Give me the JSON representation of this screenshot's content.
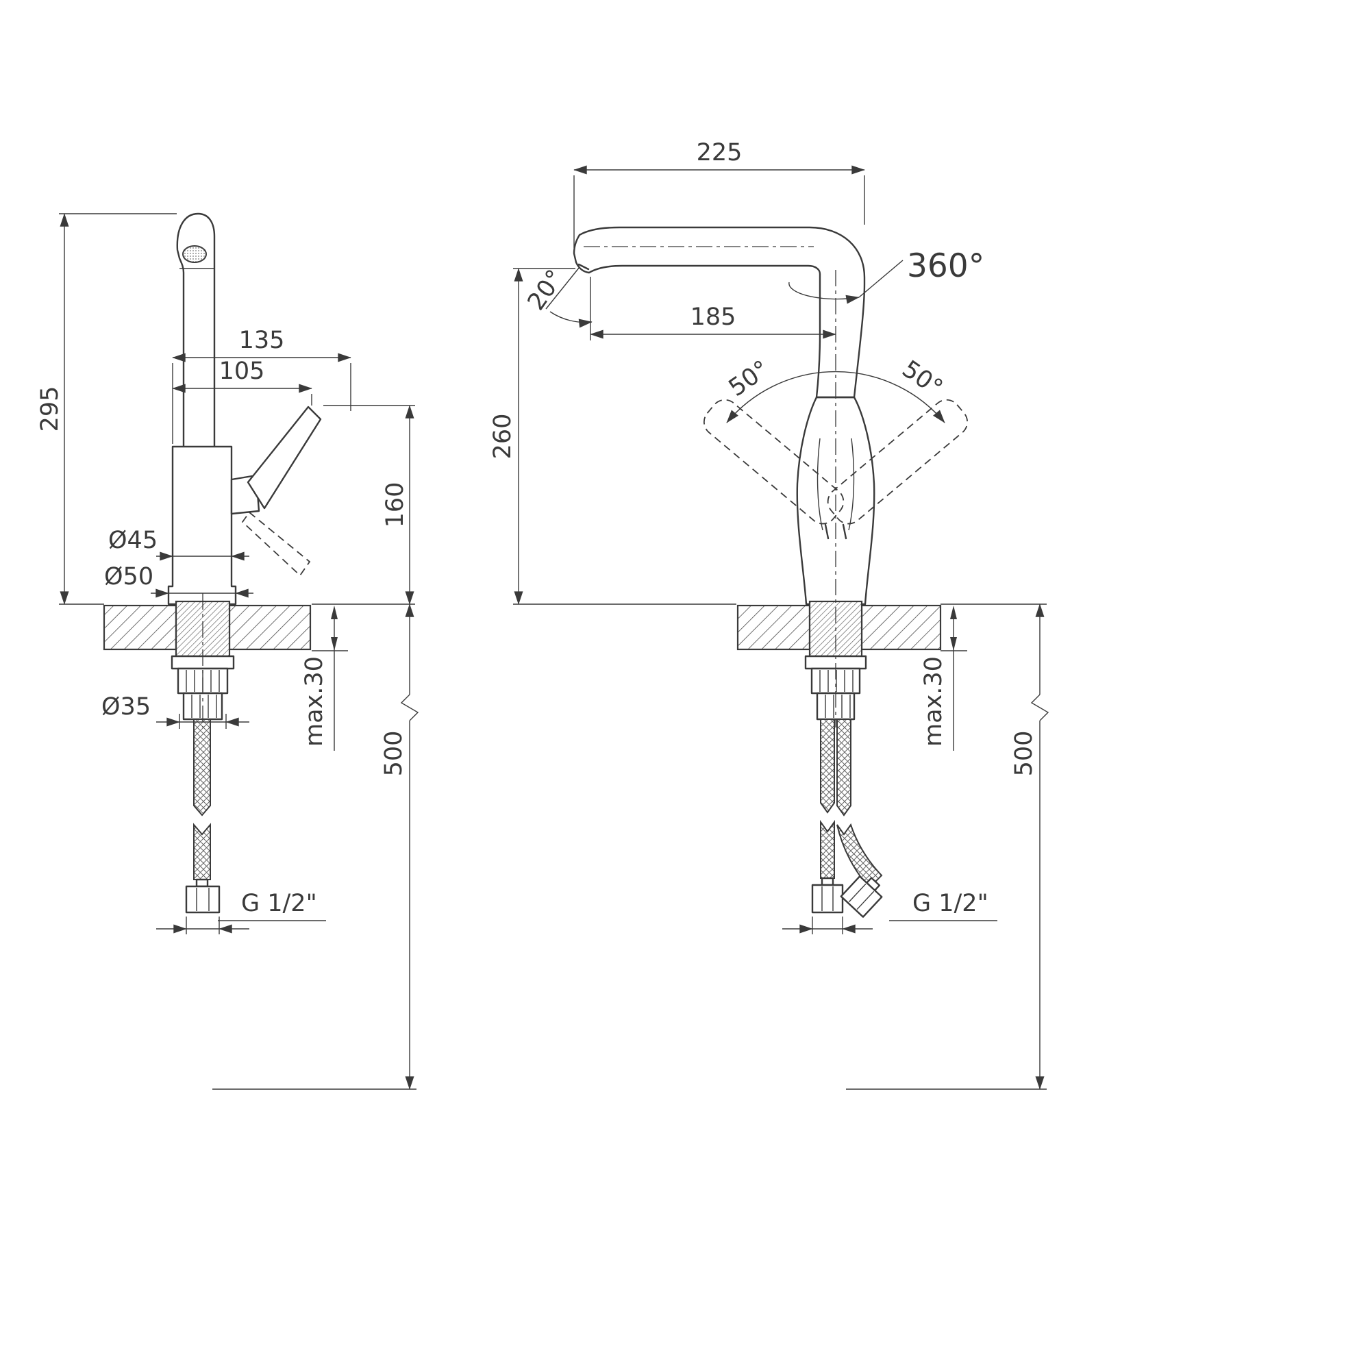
{
  "colors": {
    "ink": "#3a3a3a"
  },
  "views": {
    "side": {
      "height_total": "295",
      "spout_reach": "135",
      "handle_reach": "105",
      "body_height": "160",
      "dia_body": "Ø45",
      "dia_base": "Ø50",
      "dia_hole": "Ø35",
      "counter_max": "max.30",
      "hose_length": "500",
      "thread": "G 1/2\""
    },
    "front": {
      "spout_reach_total": "225",
      "spout_reach": "185",
      "spout_height": "260",
      "swivel_angle": "360°",
      "outlet_angle": "20°",
      "handle_swing_left": "50°",
      "handle_swing_right": "50°",
      "counter_max": "max.30",
      "hose_length": "500",
      "thread": "G 1/2\""
    }
  }
}
